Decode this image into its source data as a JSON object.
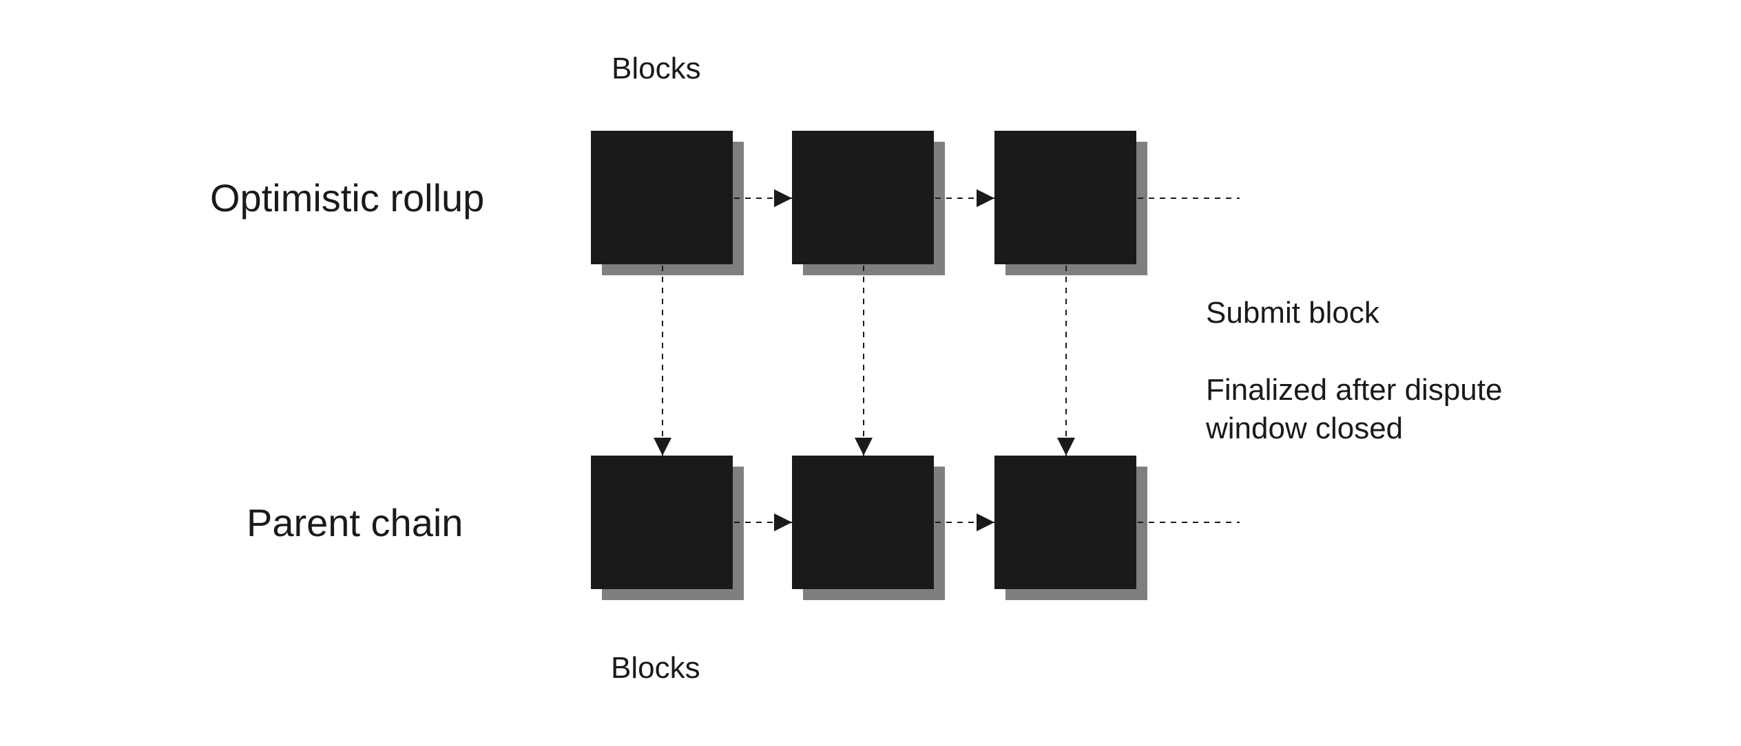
{
  "rows": {
    "top_label": "Optimistic rollup",
    "bottom_label": "Parent chain"
  },
  "blocks_label_top": "Blocks",
  "blocks_label_bottom": "Blocks",
  "legend": {
    "submit": "Submit block",
    "finalized_line1": "Finalized after dispute",
    "finalized_line2": "window closed"
  },
  "colors": {
    "block_fill": "#1a1a1a",
    "block_shadow": "#7f7f7f",
    "connector": "#1a1a1a",
    "text": "#1a1a1a",
    "background": "#ffffff"
  },
  "structure": {
    "blocks_per_row": 3,
    "horizontal_links": "dashed arrows between consecutive blocks, dashed continuation after last block",
    "vertical_links": "dashed arrows from each rollup block down to the parent chain block"
  }
}
